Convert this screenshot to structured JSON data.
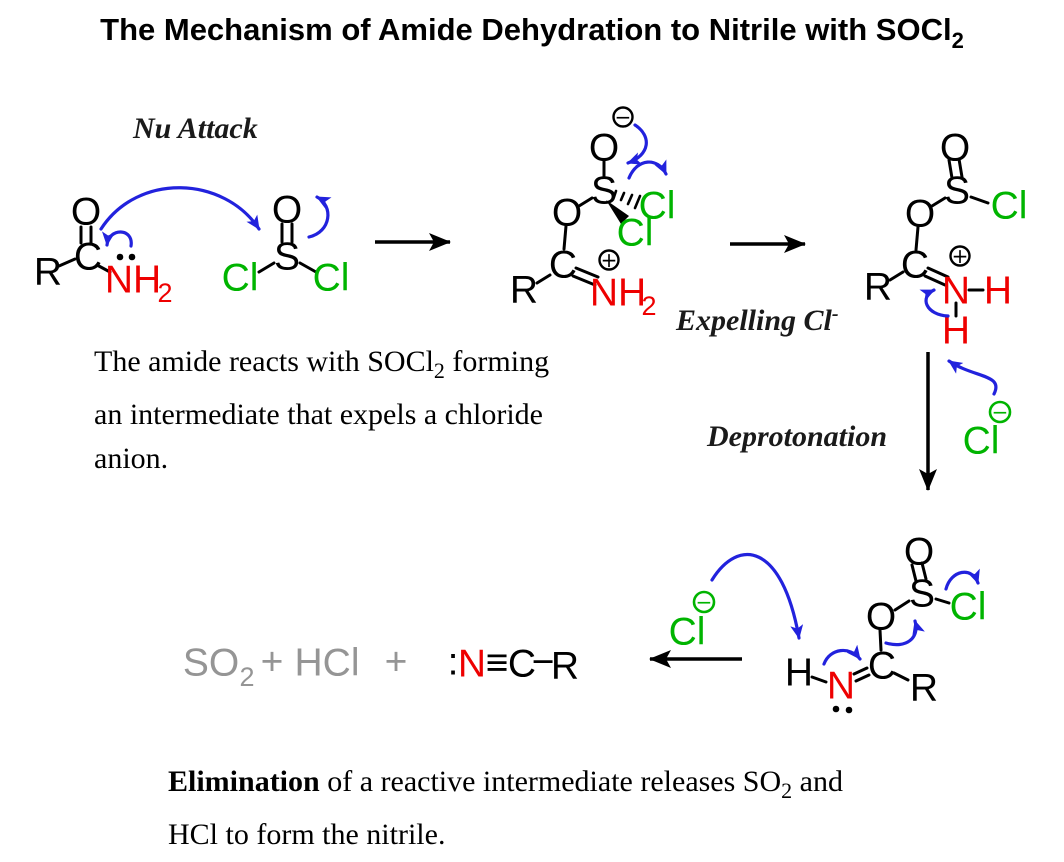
{
  "title": {
    "text": "The Mechanism of Amide Dehydration to Nitrile with SOCl",
    "sub": "2"
  },
  "labels": {
    "nu_attack": "Nu Attack",
    "expelling": "Expelling Cl",
    "expelling_sup": "-",
    "deprotonation": "Deprotonation"
  },
  "captions": {
    "step1_l1a": "The amide reacts with SOCl",
    "step1_l1sub": "2",
    "step1_l1b": " forming",
    "step1_l2": "an intermediate that expels a chloride",
    "step1_l3": "anion.",
    "elim_bold": "Elimination",
    "elim_l1a": " of a reactive intermediate releases SO",
    "elim_l1sub": "2",
    "elim_l1b": " and",
    "elim_l2": "HCl to form the nitrile."
  },
  "atoms": {
    "R": "R",
    "C": "C",
    "O": "O",
    "S": "S",
    "N": "N",
    "H": "H",
    "Cl": "Cl",
    "NH": "NH",
    "sub2": "2"
  },
  "charges": {
    "plus": "+",
    "minus": "−"
  },
  "products": {
    "SO": "SO",
    "sub2": "2",
    "plus": "+",
    "HCl": "HCl",
    "colon": ":",
    "N": "N",
    "triple": "≡",
    "C": "C",
    "bond": "−",
    "R": "R"
  },
  "colors": {
    "heteroatom_red": "#ee0000",
    "chlorine_green": "#00b400",
    "arrow_blue": "#2222dd",
    "product_gray": "#959595",
    "bond_black": "#000000",
    "background": "#ffffff"
  }
}
